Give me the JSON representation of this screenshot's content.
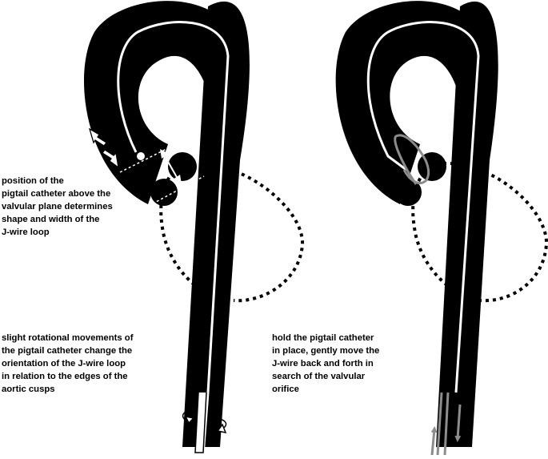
{
  "captions": {
    "position": [
      "position of the",
      "pigtail catheter above the",
      "valvular plane determines",
      "shape and width of the",
      "J-wire loop"
    ],
    "rotation": [
      "slight rotational movements of",
      "the pigtail catheter change the",
      "orientation of the J-wire loop",
      "in relation to the edges of the",
      "aortic cusps"
    ],
    "hold": [
      "hold the pigtail catheter",
      "in place, gently move the",
      "J-wire back and forth in",
      "search of the valvular",
      "orifice"
    ]
  },
  "colors": {
    "aorta": "#000000",
    "wire": "#ffffff",
    "jwire_loop": "#8c8c8c",
    "motion_arrows": "#8c8c8c",
    "background": "#ffffff"
  }
}
